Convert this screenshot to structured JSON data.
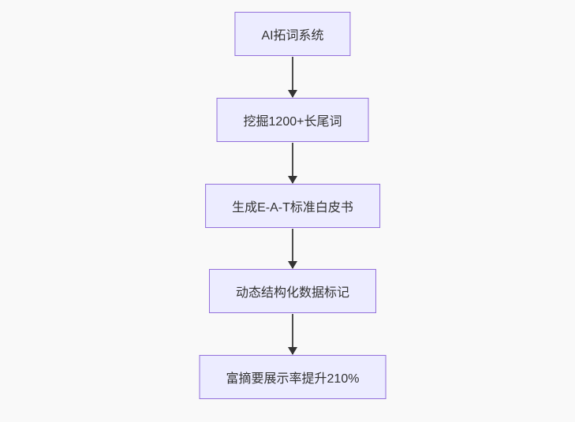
{
  "flowchart": {
    "type": "vertical-flow",
    "background_color": "#f9f9f9",
    "node_fill_color": "#ECECFF",
    "node_border_color": "#9370DB",
    "node_text_color": "#333333",
    "edge_color": "#333333",
    "nodes": [
      {
        "id": "node-1",
        "label": "AI拓词系统"
      },
      {
        "id": "node-2",
        "label": "挖掘1200+长尾词"
      },
      {
        "id": "node-3",
        "label": "生成E-A-T标准白皮书"
      },
      {
        "id": "node-4",
        "label": "动态结构化数据标记"
      },
      {
        "id": "node-5",
        "label": "富摘要展示率提升210%"
      }
    ],
    "edges": [
      {
        "from": "node-1",
        "to": "node-2"
      },
      {
        "from": "node-2",
        "to": "node-3"
      },
      {
        "from": "node-3",
        "to": "node-4"
      },
      {
        "from": "node-4",
        "to": "node-5"
      }
    ]
  }
}
